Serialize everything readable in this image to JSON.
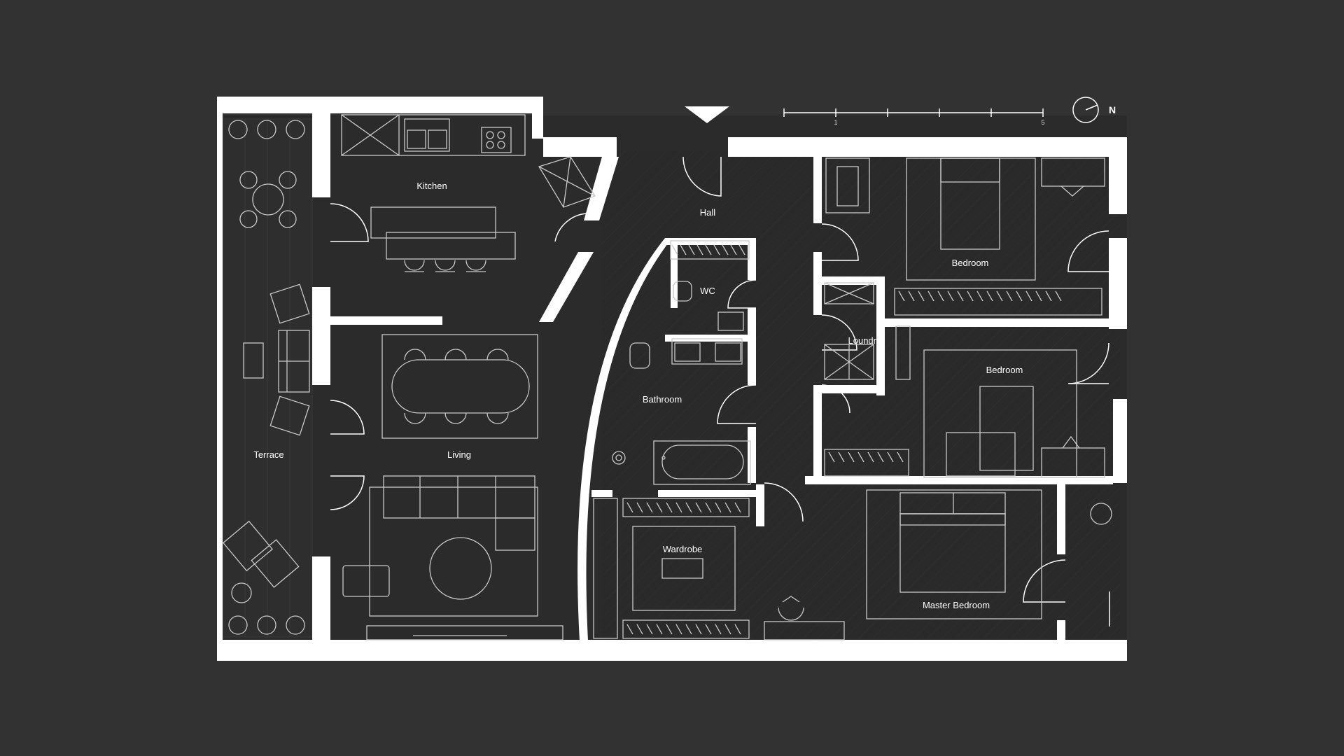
{
  "plan": {
    "rooms": {
      "kitchen": "Kitchen",
      "hall": "Hall",
      "wc": "WC",
      "bedroom_north": "Bedroom",
      "laundry": "Loundry",
      "bedroom_middle": "Bedroom",
      "bathroom": "Bathroom",
      "terrace": "Terrace",
      "living": "Living",
      "wardrobe": "Wardrobe",
      "master_bedroom": "Master Bedroom"
    },
    "scale_bar": {
      "label_start": "1",
      "label_end": "5"
    },
    "north": {
      "label": "N"
    },
    "colors": {
      "background": "#323232",
      "floor": "#2b2b2b",
      "walls": "#ffffff",
      "furniture": "#c9c9c9"
    }
  }
}
